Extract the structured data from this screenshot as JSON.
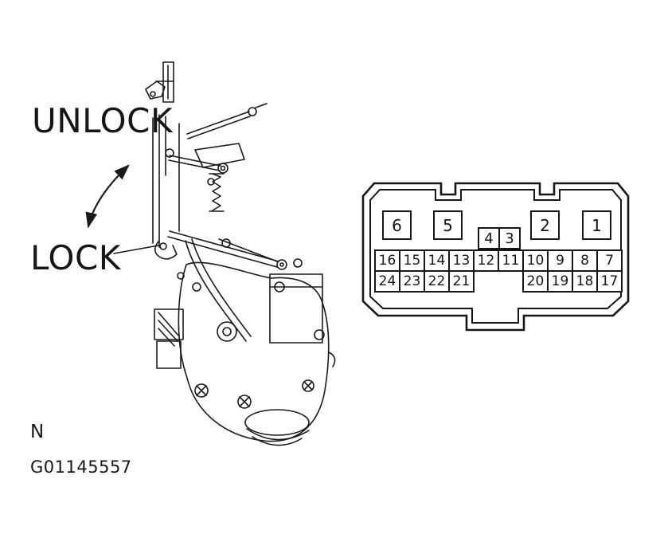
{
  "diagram": {
    "unlock_label": "UNLOCK",
    "lock_label": "LOCK"
  },
  "footer": {
    "note": "N",
    "figure_id": "G01145557"
  },
  "connector": {
    "large_pins": [
      "6",
      "5",
      "2",
      "1"
    ],
    "small_pins": [
      "4",
      "3"
    ],
    "row1": [
      "16",
      "15",
      "14",
      "13",
      "12",
      "11",
      "10",
      "9",
      "8",
      "7"
    ],
    "row2_left": [
      "24",
      "23",
      "22",
      "21"
    ],
    "row2_right": [
      "20",
      "19",
      "18",
      "17"
    ]
  },
  "colors": {
    "line": "#161616",
    "background": "#ffffff"
  }
}
